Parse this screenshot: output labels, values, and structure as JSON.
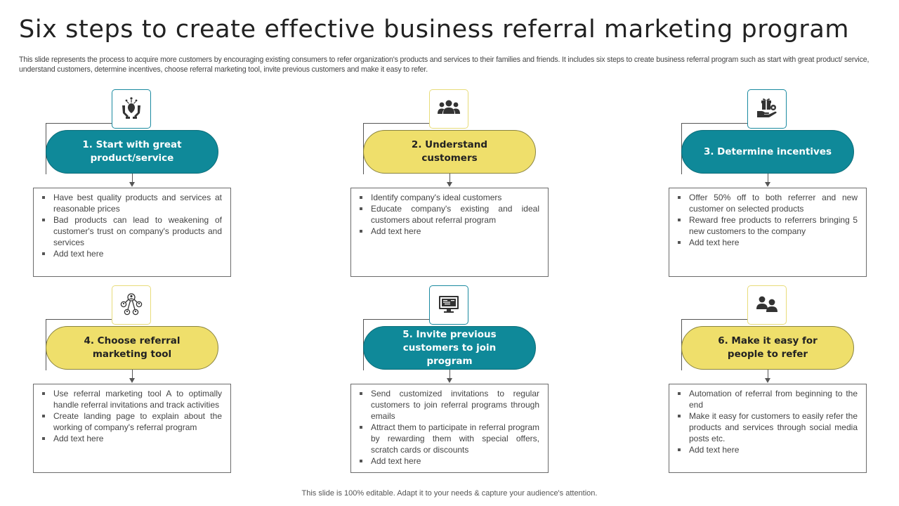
{
  "header": {
    "title": "Six steps to create effective business referral marketing program",
    "subtitle": "This slide represents the process to acquire more customers by encouraging existing consumers to refer organization's products and services to their families and friends. It includes six steps to create business referral program such as start with great product/ service, understand customers, determine incentives, choose referral marketing tool, invite previous customers and make it easy to refer."
  },
  "colors": {
    "teal": "#0f8999",
    "yellow": "#efdf6b"
  },
  "steps": [
    {
      "label": "1. Start with great product/service",
      "style": "teal",
      "icon": "hands-with-quality-icon",
      "bullets": [
        "Have best quality products and services at reasonable prices",
        "Bad products can lead to weakening of customer's trust on company's products and services",
        "Add text here"
      ]
    },
    {
      "label": "2. Understand customers",
      "style": "yellow",
      "icon": "people-group-icon",
      "bullets": [
        "Identify company's ideal customers",
        "Educate company's existing and ideal customers about referral program",
        "Add text here"
      ]
    },
    {
      "label": "3. Determine incentives",
      "style": "teal",
      "icon": "gift-in-hand-icon",
      "bullets": [
        "Offer 50% off to both referrer and new customer on selected products",
        "Reward free products to referrers bringing 5 new customers to the company",
        "Add text here"
      ]
    },
    {
      "label": "4. Choose referral marketing tool",
      "style": "yellow",
      "icon": "referral-network-icon",
      "bullets": [
        "Use referral marketing tool A to optimally handle referral invitations and track activities",
        "Create landing page to explain about the working of company's referral program",
        "Add text here"
      ]
    },
    {
      "label": "5. Invite previous customers to join program",
      "style": "teal",
      "icon": "monitor-code-icon",
      "bullets": [
        "Send customized invitations to regular customers to join referral programs through emails",
        "Attract them to participate in referral program by rewarding them with special offers, scratch cards or discounts",
        "Add text here"
      ]
    },
    {
      "label": "6. Make it easy for people to refer",
      "style": "yellow",
      "icon": "two-people-icon",
      "bullets": [
        "Automation of referral from beginning to the end",
        "Make it easy for customers to easily refer the products and services through social media posts etc.",
        "Add text here"
      ]
    }
  ],
  "footer": {
    "text": "This slide is 100% editable. Adapt it to your needs & capture your audience's attention."
  }
}
